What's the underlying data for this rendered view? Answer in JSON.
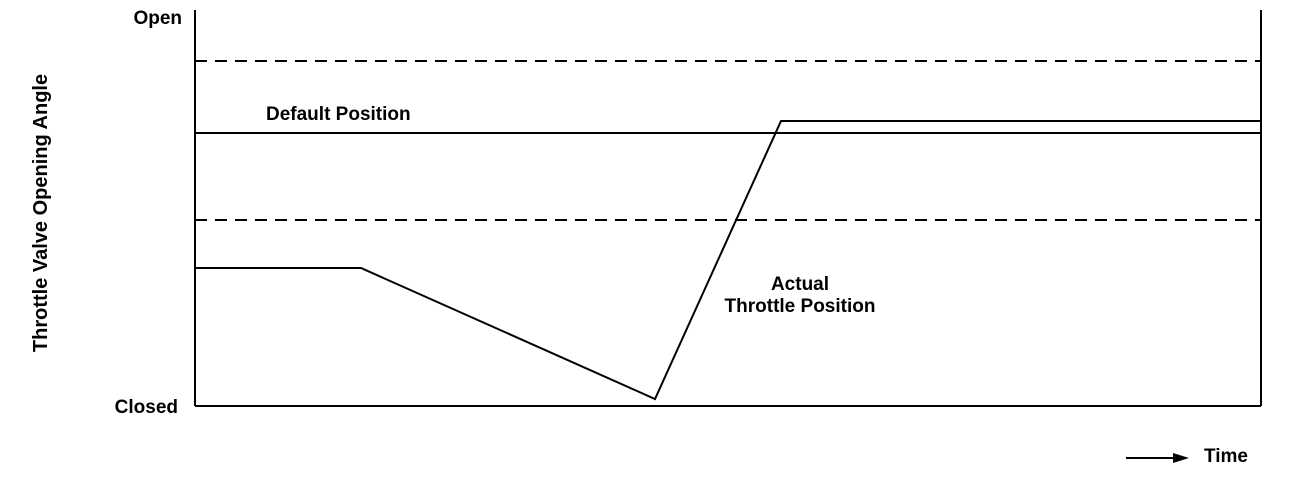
{
  "diagram": {
    "y_label": "Throttle Valve Opening Angle",
    "y_top_label": "Open",
    "y_bottom_label": "Closed",
    "x_label": "Time",
    "default_label": "Default Position",
    "actual_label_line1": "Actual",
    "actual_label_line2": "Throttle Position"
  },
  "colors": {
    "line": "#000000",
    "background": "#ffffff"
  }
}
